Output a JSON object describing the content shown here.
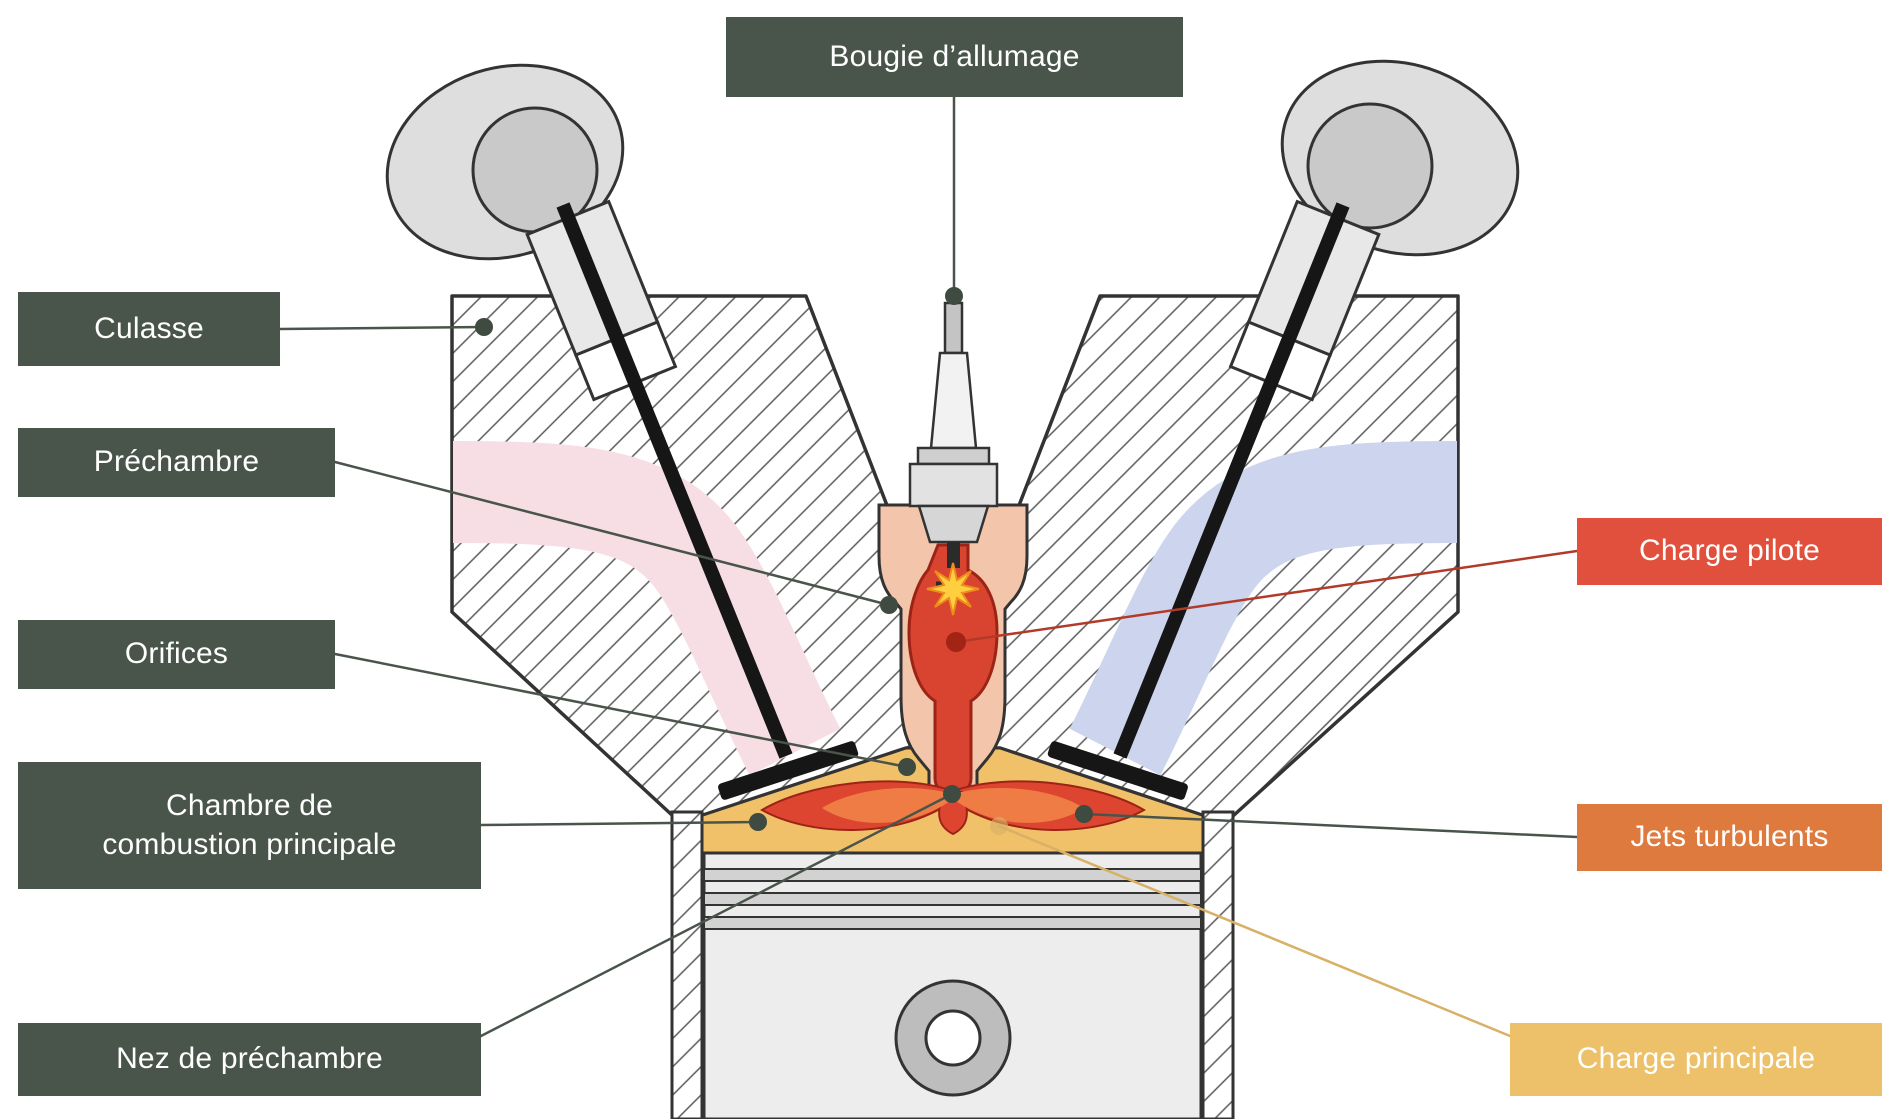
{
  "figure": {
    "type": "engine-prechamber-ignition-cross-section",
    "labels": {
      "bougie_allumage": "Bougie d’allumage",
      "culasse": "Culasse",
      "prechambre": "Préchambre",
      "orifices": "Orifices",
      "chambre_combustion_line1": "Chambre de",
      "chambre_combustion_line2": "combustion principale",
      "chambre_combustion_full": "Chambre de combustion principale",
      "nez_prechambre": "Nez de préchambre",
      "charge_pilote": "Charge pilote",
      "jets_turbulents": "Jets turbulents",
      "charge_principale": "Charge principale"
    },
    "label_colors": {
      "dark": "#49544a",
      "charge_pilote": "#e0503d",
      "jets_turbulents": "#df7a3e",
      "charge_principale": "#ecc169"
    },
    "diagram_colors": {
      "outline": "#333333",
      "intake_port_pink": "#f7dde4",
      "exhaust_port_blue": "#ccd4ee",
      "combustion_chamber_orange": "#f1c16a",
      "prechamber_casing_salmon": "#f3c6ab",
      "pilot_flame_red": "#d84430",
      "leader_dark": "#49544a",
      "leader_red": "#b23a28",
      "leader_tan": "#d8b066",
      "metal_light_gray": "#ededed"
    }
  }
}
